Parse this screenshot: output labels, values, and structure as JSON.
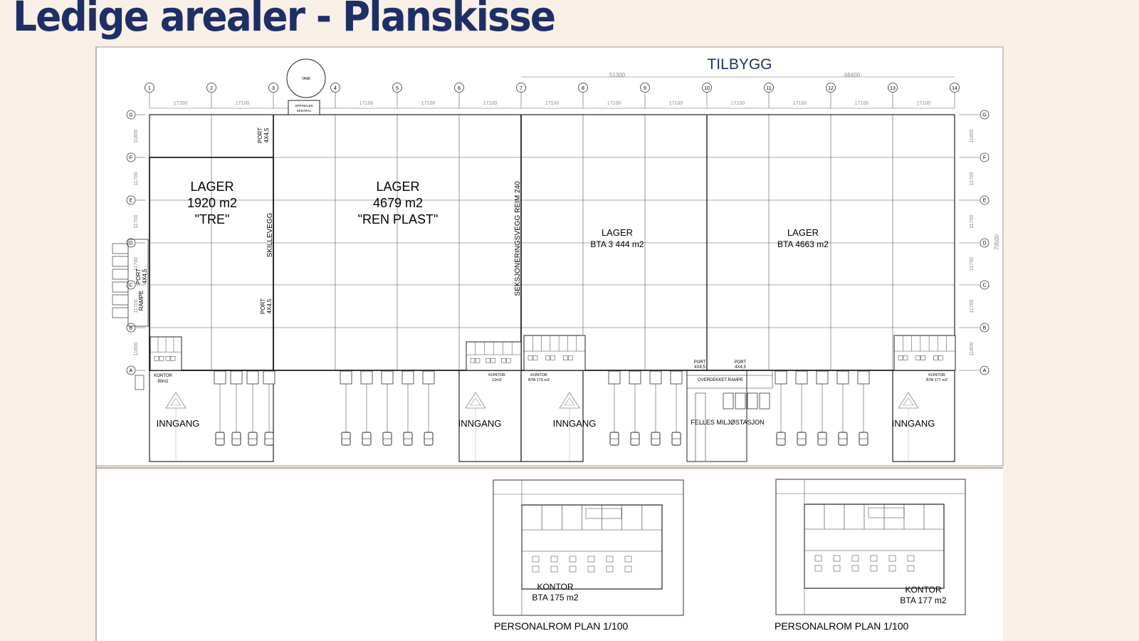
{
  "page": {
    "title": "Ledige arealer - Planskisse"
  },
  "plan": {
    "tilbygg_label": "TILBYGG",
    "tank_label": "TANK",
    "sprinkler_label_1": "SPRINKLER",
    "sprinkler_label_2": "SENTRAL",
    "overall_dims": [
      "51300",
      "68400"
    ],
    "column_labels": [
      "1",
      "2",
      "3",
      "4",
      "5",
      "6",
      "7",
      "8",
      "9",
      "10",
      "11",
      "12",
      "13",
      "14"
    ],
    "row_labels": [
      "G",
      "F",
      "E",
      "D",
      "C",
      "B",
      "A"
    ],
    "bay_dims_top": [
      "17200",
      "17100",
      "17100",
      "17100",
      "17100",
      "17100",
      "17100",
      "17100",
      "17100",
      "17100",
      "17100",
      "17100",
      "17100"
    ],
    "bay_dims_left": [
      "11800",
      "11700",
      "11700",
      "11700",
      "11700",
      "11800"
    ],
    "bay_dims_right": [
      "11800",
      "11700",
      "11700",
      "11700",
      "11700",
      "11800"
    ],
    "total_height_dim": "70500",
    "halls": [
      {
        "line1": "LAGER",
        "line2": "1920 m2",
        "line3": "\"TRE\""
      },
      {
        "line1": "LAGER",
        "line2": "4679 m2",
        "line3": "\"REN PLAST\""
      },
      {
        "line1": "LAGER",
        "line2": "BTA 3 444 m2"
      },
      {
        "line1": "LAGER",
        "line2": "BTA 4663 m2"
      }
    ],
    "skillevegg": "SKILLEVEGG",
    "seksjonering": "SEKSJONERINGSVEGG REIM 240",
    "port_label": "PORT",
    "port_size": "4X4,5",
    "rampe": "RAMPE",
    "kontor_label": "KONTOR",
    "kontor_areas": [
      "80m2",
      "12m2",
      "BTA 175 m2",
      "BTA 177 m2"
    ],
    "overdekket_rampe": "OVERDEKKET RAMPE",
    "felles_miljostasjon": "FELLES MILJØSTASJON",
    "entrance": "INNGANG"
  },
  "details": [
    {
      "kontor": "KONTOR",
      "bta": "BTA 175 m2",
      "caption": "PERSONALROM PLAN 1/100"
    },
    {
      "kontor": "KONTOR",
      "bta": "BTA 177 m2",
      "caption": "PERSONALROM PLAN 1/100"
    }
  ],
  "colors": {
    "title": "#1e2f66",
    "background": "#f8efe6",
    "sheet": "#ffffff",
    "line": "#222222",
    "grid": "#555555"
  }
}
